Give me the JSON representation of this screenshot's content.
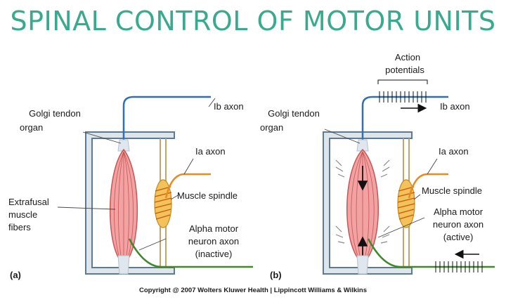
{
  "title": "SPINAL CONTROL OF MOTOR UNITS",
  "panel_a": {
    "label": "(a)",
    "golgi_line1": "Golgi tendon",
    "golgi_line2": "organ",
    "ib_axon": "Ib axon",
    "ia_axon": "Ia axon",
    "extrafusal_line1": "Extrafusal",
    "extrafusal_line2": "muscle",
    "extrafusal_line3": "fibers",
    "muscle_spindle": "Muscle spindle",
    "alpha_line1": "Alpha motor",
    "alpha_line2": "neuron axon",
    "alpha_line3": "(inactive)"
  },
  "panel_b": {
    "label": "(b)",
    "action_line1": "Action",
    "action_line2": "potentials",
    "golgi_line1": "Golgi tendon",
    "golgi_line2": "organ",
    "ib_axon": "Ib axon",
    "ia_axon": "Ia axon",
    "muscle_spindle": "Muscle spindle",
    "alpha_line1": "Alpha motor",
    "alpha_line2": "neuron axon",
    "alpha_line3": "(active)"
  },
  "copyright": "Copyright @ 2007 Wolters Kluwer Health | Lippincott Williams & Wilkins",
  "colors": {
    "title": "#3aaa8e",
    "frame": "#5d7a90",
    "frame_fill": "#dde4ea",
    "muscle": "#f2a2a2",
    "muscle_stroke": "#c65555",
    "ib_axon": "#2f6fb5",
    "ia_axon": "#e88a1f",
    "alpha_axon": "#3e8a2a",
    "spindle": "#f3c25a"
  }
}
